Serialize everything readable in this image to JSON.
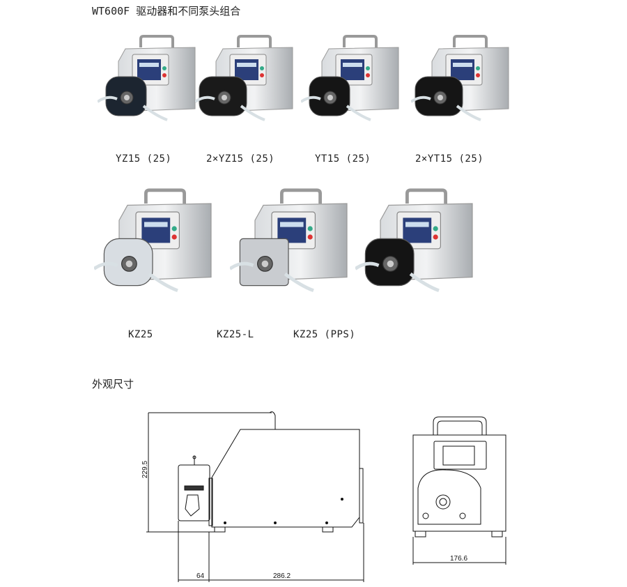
{
  "title": "WT600F 驱动器和不同泵头组合",
  "row1": [
    {
      "label": "YZ15 (25)",
      "head": "yz"
    },
    {
      "label": "2×YZ15 (25)",
      "head": "yz2"
    },
    {
      "label": "YT15 (25)",
      "head": "yt"
    },
    {
      "label": "2×YT15 (25)",
      "head": "yt2"
    }
  ],
  "row2": [
    {
      "label": "KZ25",
      "head": "clear"
    },
    {
      "label": "KZ25-L",
      "head": "steel"
    },
    {
      "label": "KZ25 (PPS)",
      "head": "black"
    }
  ],
  "dimensions": {
    "section_title": "外观尺寸",
    "height": "229.5",
    "head_depth": "64",
    "body_length": "286.2",
    "width": "176.6"
  }
}
